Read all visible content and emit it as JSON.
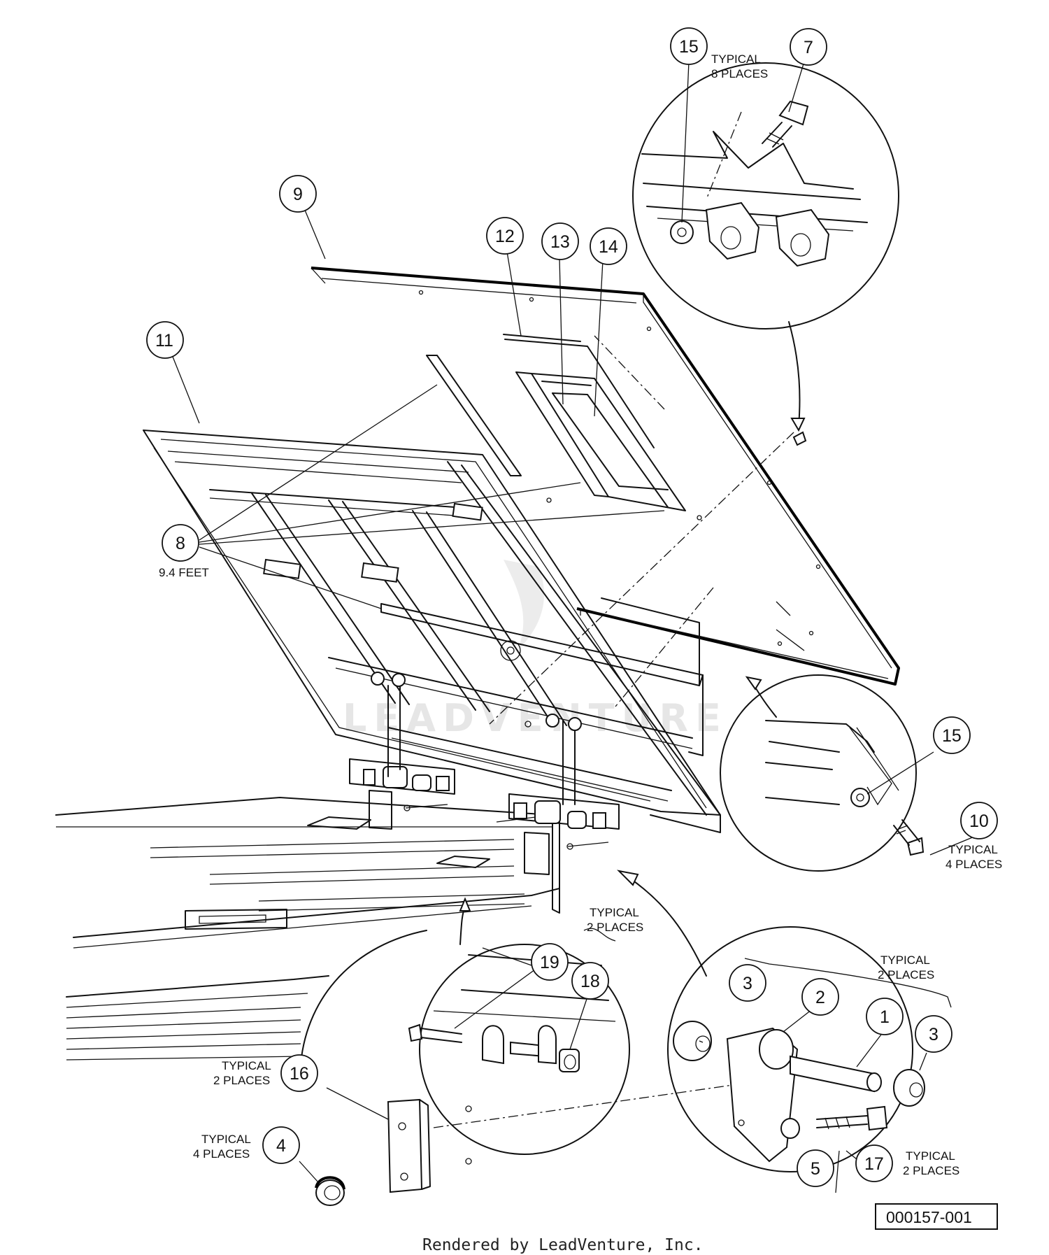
{
  "watermark": "LEADVENTURE",
  "callouts": [
    {
      "id": "c15a",
      "label": "15"
    },
    {
      "id": "c7",
      "label": "7"
    },
    {
      "id": "c9",
      "label": "9"
    },
    {
      "id": "c12",
      "label": "12"
    },
    {
      "id": "c13",
      "label": "13"
    },
    {
      "id": "c14",
      "label": "14"
    },
    {
      "id": "c11",
      "label": "11"
    },
    {
      "id": "c8",
      "label": "8"
    },
    {
      "id": "c15b",
      "label": "15"
    },
    {
      "id": "c10",
      "label": "10"
    },
    {
      "id": "c19",
      "label": "19"
    },
    {
      "id": "c18",
      "label": "18"
    },
    {
      "id": "c3a",
      "label": "3"
    },
    {
      "id": "c2",
      "label": "2"
    },
    {
      "id": "c1",
      "label": "1"
    },
    {
      "id": "c3b",
      "label": "3"
    },
    {
      "id": "c16",
      "label": "16"
    },
    {
      "id": "c4",
      "label": "4"
    },
    {
      "id": "c5",
      "label": "5"
    },
    {
      "id": "c17",
      "label": "17"
    }
  ],
  "notes": {
    "typ8_l1": "TYPICAL",
    "typ8_l2": "8 PLACES",
    "feet": "9.4 FEET",
    "typ4a_l1": "TYPICAL",
    "typ4a_l2": "4 PLACES",
    "typ2a_l1": "TYPICAL",
    "typ2a_l2": "2 PLACES",
    "typ2b_l1": "TYPICAL",
    "typ2b_l2": "2 PLACES",
    "typ2c_l1": "TYPICAL",
    "typ2c_l2": "2 PLACES",
    "typ4b_l1": "TYPICAL",
    "typ4b_l2": "4 PLACES",
    "typ2d_l1": "TYPICAL",
    "typ2d_l2": "2 PLACES"
  },
  "reference_number": "000157-001",
  "footer": "Rendered by LeadVenture, Inc."
}
